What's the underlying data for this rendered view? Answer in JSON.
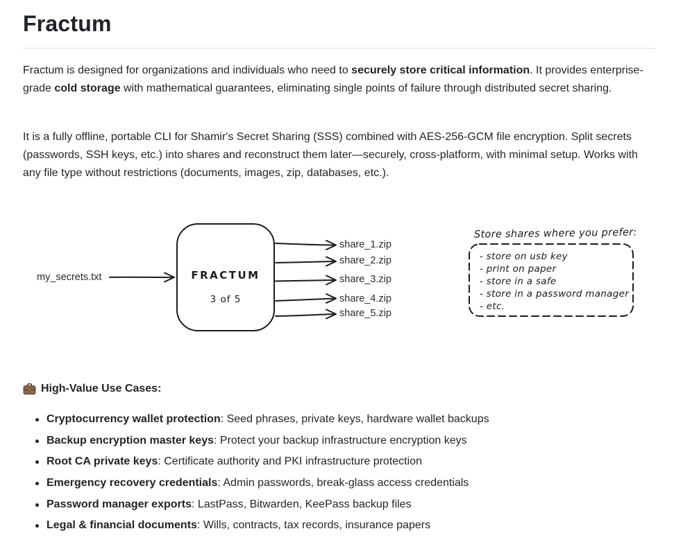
{
  "header": {
    "title": "Fractum"
  },
  "intro": {
    "p1": {
      "s0": "Fractum is designed for organizations and individuals who need to ",
      "s1": "securely store critical information",
      "s2": ". It provides enterprise-grade ",
      "s3": "cold storage",
      "s4": " with mathematical guarantees, eliminating single points of failure through distributed secret sharing."
    },
    "p2": "It is a fully offline, portable CLI for Shamir's Secret Sharing (SSS) combined with AES-256-GCM file encryption. Split secrets (passwords, SSH keys, etc.) into shares and reconstruct them later—securely, cross-platform, with minimal setup. Works with any file type without restrictions (documents, images, zip, databases, etc.)."
  },
  "diagram": {
    "input_label": "my_secrets.txt",
    "box_title": "FRACTUM",
    "box_subtitle": "3 of 5",
    "outputs": [
      "share_1.zip",
      "share_2.zip",
      "share_3.zip",
      "share_4.zip",
      "share_5.zip"
    ],
    "note": {
      "title": "Store shares where you prefer:",
      "items": [
        "- store on usb key",
        "- print on paper",
        "- store in a safe",
        "- store in a password manager",
        "- etc."
      ]
    }
  },
  "usecases": {
    "icon": "briefcase-icon",
    "heading": "High-Value Use Cases:",
    "items": [
      {
        "term": "Cryptocurrency wallet protection",
        "desc": ": Seed phrases, private keys, hardware wallet backups"
      },
      {
        "term": "Backup encryption master keys",
        "desc": ": Protect your backup infrastructure encryption keys"
      },
      {
        "term": "Root CA private keys",
        "desc": ": Certificate authority and PKI infrastructure protection"
      },
      {
        "term": "Emergency recovery credentials",
        "desc": ": Admin passwords, break-glass access credentials"
      },
      {
        "term": "Password manager exports",
        "desc": ": LastPass, Bitwarden, KeePass backup files"
      },
      {
        "term": "Legal & financial documents",
        "desc": ": Wills, contracts, tax records, insurance papers"
      }
    ]
  },
  "colors": {
    "text": "#1f2328",
    "rule": "#d8dee4",
    "diagram_ink": "#1b1b1b"
  }
}
